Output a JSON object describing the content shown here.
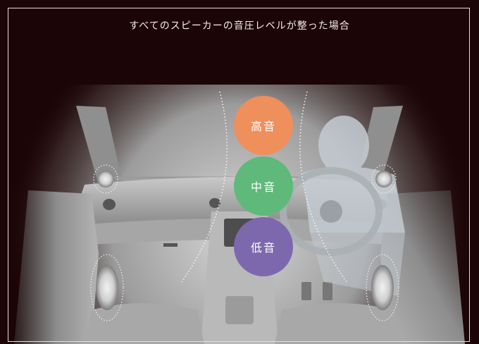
{
  "title": "すべてのスピーカーの音圧レベルが整った場合",
  "bands": {
    "high": {
      "label": "高音",
      "color": "#ef8f5c"
    },
    "mid": {
      "label": "中音",
      "color": "#5fb97a"
    },
    "low": {
      "label": "低音",
      "color": "#7d68ad"
    }
  },
  "colors": {
    "background": "#1c0506",
    "frame_line": "#e8dcd8"
  }
}
